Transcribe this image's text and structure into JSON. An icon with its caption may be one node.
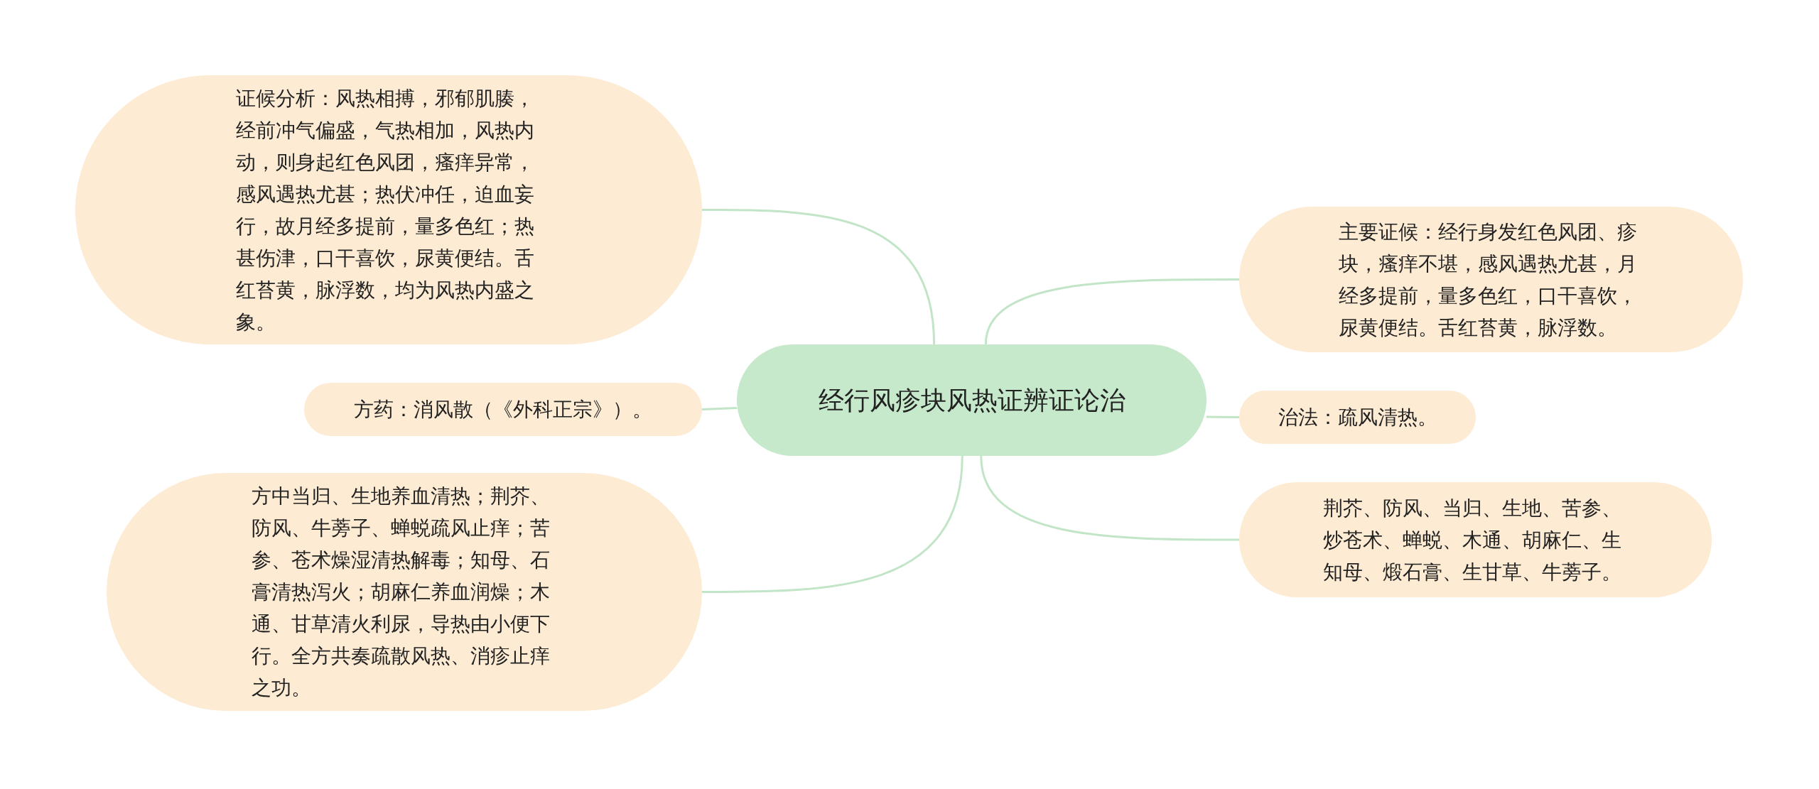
{
  "diagram": {
    "nodes": [
      {
        "text": [
          "经行风疹块风热证辨证论治"
        ]
      },
      {
        "text": [
          "证候分析：风热相搏，邪郁肌腠，经前冲气偏盛，气热相加，风热内动，则身起红色风团，瘙痒异常，感风遇热尤甚；热伏冲任，迫血妄行，故月经多提前，量多色红；热甚伤津，口干喜饮，尿黄便结。舌红苔黄，脉浮数，均为风热内盛之象。"
        ]
      },
      {
        "text": [
          "方药：消风散（《外科正宗》）。"
        ]
      },
      {
        "text": [
          "方中当归、生地养血清热；荆芥、防风、牛蒡子、蝉蜕疏风止痒；苦参、苍术燥湿清热解毒；知母、石膏清热泻火；胡麻仁养血润燥；木通、甘草清火利尿，导热由小便下行。全方共奏疏散风热、消疹止痒之功。"
        ]
      },
      {
        "text": [
          "主要证候：经行身发红色风团、疹块，瘙痒不堪，感风遇热尤甚，月经多提前，量多色红，口干喜饮，尿黄便结。舌红苔黄，脉浮数。"
        ]
      },
      {
        "text": [
          "治法：疏风清热。"
        ]
      },
      {
        "text": [
          "荆芥、防风、当归、生地、苦参、炒苍术、蝉蜕、木通、胡麻仁、生知母、煅石膏、生甘草、牛蒡子。"
        ]
      }
    ],
    "edges": [
      {
        "from": 0,
        "to": 1,
        "arrow": "none"
      },
      {
        "from": 0,
        "to": 2,
        "arrow": "none"
      },
      {
        "from": 0,
        "to": 3,
        "arrow": "none"
      },
      {
        "from": 0,
        "to": 4,
        "arrow": "none"
      },
      {
        "from": 0,
        "to": 5,
        "arrow": "none"
      },
      {
        "from": 0,
        "to": 6,
        "arrow": "none"
      }
    ]
  }
}
